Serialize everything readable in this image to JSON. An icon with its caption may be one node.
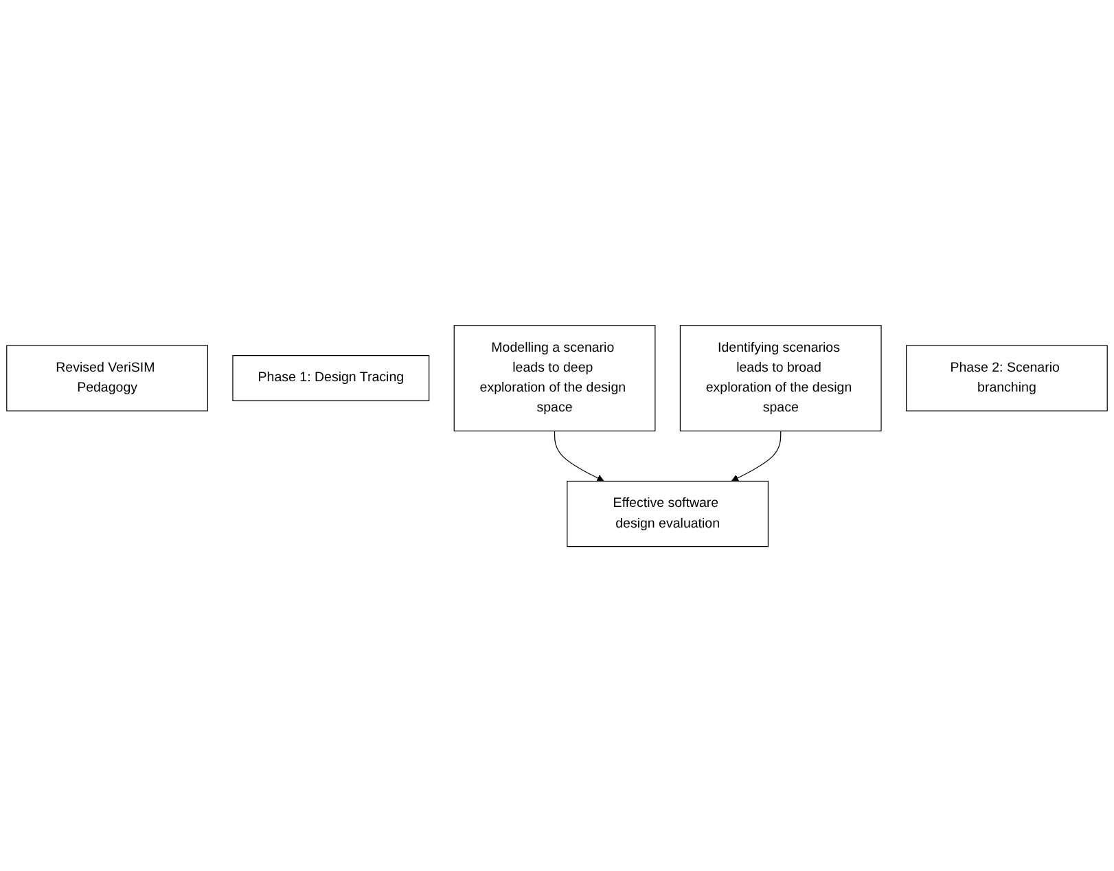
{
  "diagram": {
    "nodes": [
      {
        "text": [
          "Revised VeriSIM Pedagogy"
        ]
      },
      {
        "text": [
          "Phase 1: Design Tracing"
        ]
      },
      {
        "text": [
          "Modelling a scenario leads to deep exploration of the design space"
        ]
      },
      {
        "text": [
          "Identifying scenarios leads to broad exploration of the design space"
        ]
      },
      {
        "text": [
          "Phase 2: Scenario branching"
        ]
      },
      {
        "text": [
          "Effective software design evaluation"
        ]
      }
    ],
    "edges": [
      {
        "from": 2,
        "to": 5,
        "arrow": "to"
      },
      {
        "from": 3,
        "to": 5,
        "arrow": "to"
      }
    ]
  }
}
